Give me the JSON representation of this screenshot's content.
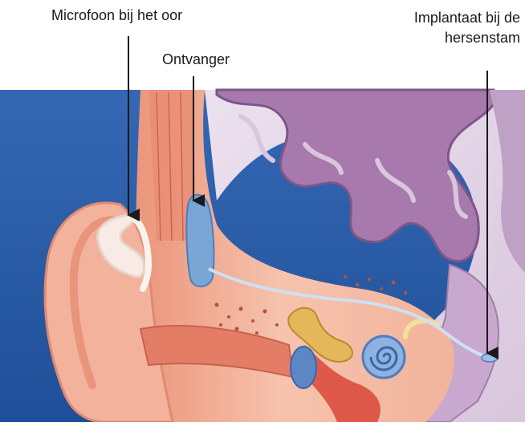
{
  "labels": {
    "microphone": "Microfoon bij het oor",
    "receiver": "Ontvanger",
    "implant_line1": "Implantaat bij de",
    "implant_line2": "hersenstam"
  },
  "colors": {
    "background": "#2a5ca8",
    "skin": "#f4b9a4",
    "skin_dark": "#e07d66",
    "brain": "#a879ad",
    "brain_light": "#d9c6dd",
    "device_blue": "#7aa6d6",
    "cochlea": "#6d93c9",
    "ossicles": "#e3b75a",
    "arrow": "#1a1a1a"
  },
  "icons": {
    "microphone": "arrow-down-icon",
    "receiver": "arrow-down-icon",
    "implant": "arrow-down-icon"
  }
}
